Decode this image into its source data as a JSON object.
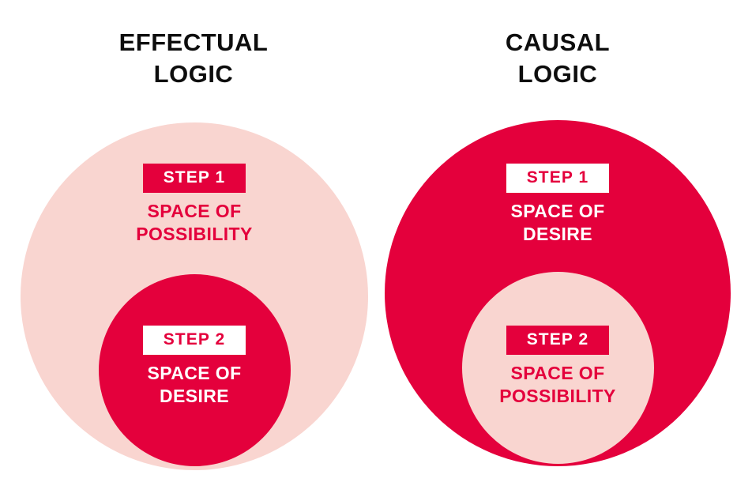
{
  "palette": {
    "background": "#ffffff",
    "accent_red": "#e4003c",
    "light_pink": "#f9d5d0",
    "title_black": "#0d0d0d"
  },
  "panels": [
    {
      "id": "effectual",
      "title": "EFFECTUAL\nLOGIC",
      "outer": {
        "fill": "#f9d5d0",
        "step_label": "STEP 1",
        "caption": "SPACE OF\nPOSSIBILITY",
        "badge_style": "white-on-red",
        "caption_color": "#e4003c"
      },
      "inner": {
        "fill": "#e4003c",
        "step_label": "STEP 2",
        "caption": "SPACE OF\nDESIRE",
        "badge_style": "red-on-white",
        "caption_color": "#ffffff"
      }
    },
    {
      "id": "causal",
      "title": "CAUSAL\nLOGIC",
      "outer": {
        "fill": "#e4003c",
        "step_label": "STEP 1",
        "caption": "SPACE OF\nDESIRE",
        "badge_style": "red-on-white",
        "caption_color": "#ffffff"
      },
      "inner": {
        "fill": "#f9d5d0",
        "step_label": "STEP 2",
        "caption": "SPACE OF\nPOSSIBILITY",
        "badge_style": "white-on-red",
        "caption_color": "#e4003c"
      }
    }
  ]
}
